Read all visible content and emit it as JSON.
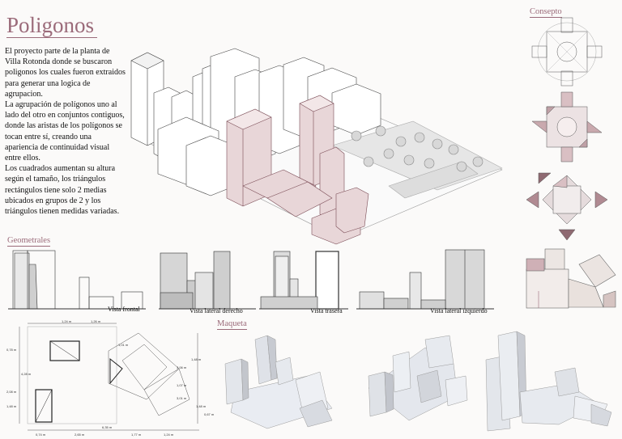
{
  "title": "Poligonos",
  "intro": {
    "p1": "El proyecto parte de la planta de Villa Rotonda donde se buscaron poligonos los cuales fueron extraidos para generar una logica de agrupacion.",
    "p2": "La agrupación de polígonos uno al lado del otro en conjuntos contiguos, donde las aristas de los polígonos se tocan entre sí, creando una apariencia de continuidad visual entre ellos.",
    "p3": "Los cuadrados aumentan su altura según el tamaño, los triángulos rectángulos tiene solo 2 medias ubicados en grupos de 2 y los triángulos tienen medidas variadas."
  },
  "sections": {
    "concept": "Consepto",
    "geometrales": "Geometrales",
    "maqueta": "Maqueta"
  },
  "views": {
    "front": "Vista frontal",
    "right": "Vista lateral derecho",
    "back": "Vista trasera",
    "left": "Vista lateral izquierdo"
  },
  "dimensions": {
    "top_a": "1,24 m",
    "top_b": "1,26 m",
    "left_a": "0,78 m",
    "left_b": "4,28 m",
    "left_c": "2,08 m",
    "left_d": "1,48 m",
    "diag": "1,01 m",
    "right_a": "1,48 m",
    "right_b": "3,06 m",
    "right_c": "1,07 m",
    "right_d": "3,01 m",
    "right_e": "1,48 m",
    "right_f": "0,67 m",
    "bottom_total": "6,35 m",
    "bottom_a": "0,74 m",
    "bottom_b": "2,65 m",
    "bottom_c": "1,77 m",
    "bottom_d": "1,24 m"
  },
  "colors": {
    "accent": "#9b6b7a",
    "mauve_fill": "#d9bfc3",
    "gray_fill": "#c9c9c9",
    "line": "#333333"
  }
}
